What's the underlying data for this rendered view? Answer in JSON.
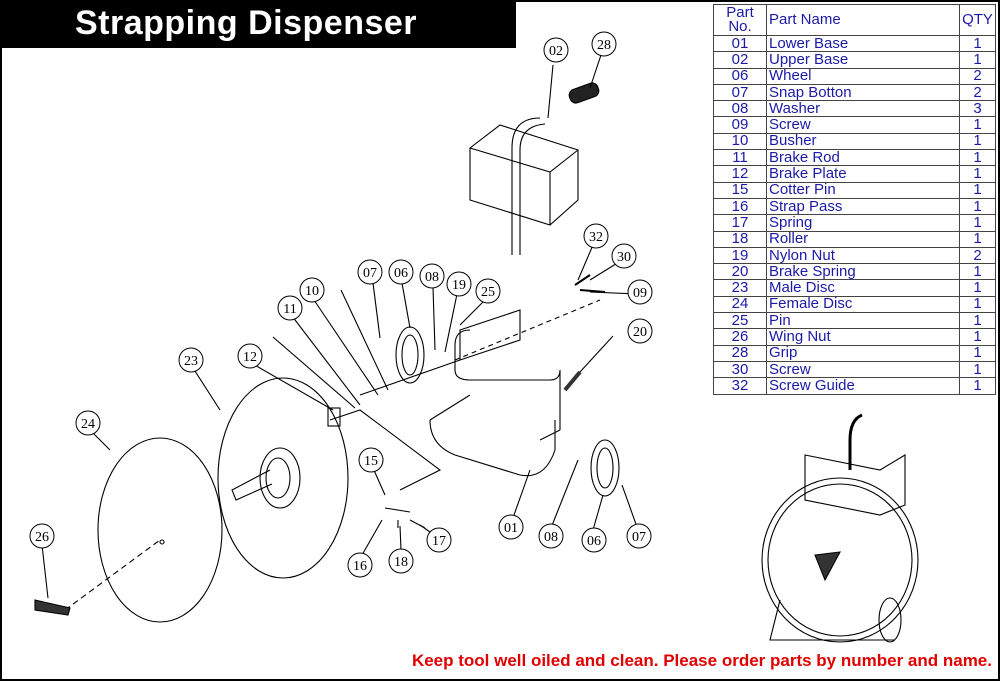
{
  "title": "Strapping Dispenser",
  "table": {
    "headers": {
      "no": "Part No.",
      "name": "Part Name",
      "qty": "QTY"
    },
    "rows": [
      {
        "no": "01",
        "name": "Lower Base",
        "qty": "1"
      },
      {
        "no": "02",
        "name": "Upper Base",
        "qty": "1"
      },
      {
        "no": "06",
        "name": "Wheel",
        "qty": "2"
      },
      {
        "no": "07",
        "name": "Snap Botton",
        "qty": "2"
      },
      {
        "no": "08",
        "name": "Washer",
        "qty": "3"
      },
      {
        "no": "09",
        "name": "Screw",
        "qty": "1"
      },
      {
        "no": "10",
        "name": "Busher",
        "qty": "1"
      },
      {
        "no": "11",
        "name": "Brake Rod",
        "qty": "1"
      },
      {
        "no": "12",
        "name": "Brake Plate",
        "qty": "1"
      },
      {
        "no": "15",
        "name": "Cotter Pin",
        "qty": "1"
      },
      {
        "no": "16",
        "name": "Strap Pass",
        "qty": "1"
      },
      {
        "no": "17",
        "name": "Spring",
        "qty": "1"
      },
      {
        "no": "18",
        "name": "Roller",
        "qty": "1"
      },
      {
        "no": "19",
        "name": "Nylon Nut",
        "qty": "2"
      },
      {
        "no": "20",
        "name": "Brake Spring",
        "qty": "1"
      },
      {
        "no": "23",
        "name": "Male Disc",
        "qty": "1"
      },
      {
        "no": "24",
        "name": "Female Disc",
        "qty": "1"
      },
      {
        "no": "25",
        "name": "Pin",
        "qty": "1"
      },
      {
        "no": "26",
        "name": "Wing Nut",
        "qty": "1"
      },
      {
        "no": "28",
        "name": "Grip",
        "qty": "1"
      },
      {
        "no": "30",
        "name": "Screw",
        "qty": "1"
      },
      {
        "no": "32",
        "name": "Screw Guide",
        "qty": "1"
      }
    ]
  },
  "callouts": [
    "02",
    "28",
    "32",
    "30",
    "09",
    "07",
    "06",
    "08",
    "19",
    "10",
    "25",
    "11",
    "20",
    "12",
    "23",
    "24",
    "15",
    "01",
    "08",
    "06",
    "07",
    "16",
    "18",
    "17",
    "26"
  ],
  "footer": "Keep tool well oiled and clean. Please order parts by number and name."
}
